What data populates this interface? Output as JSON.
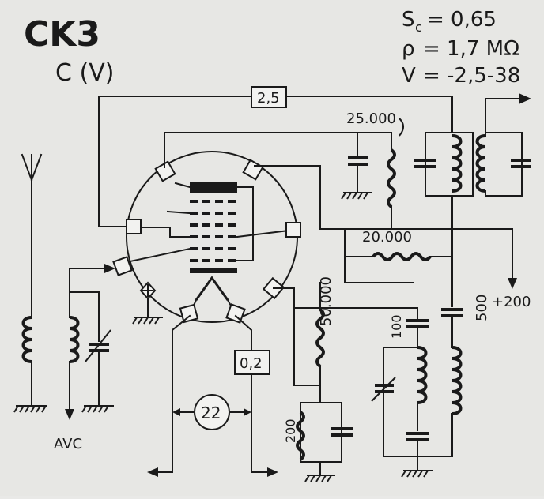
{
  "tube": {
    "name": "CK3",
    "base": "C (V)"
  },
  "specs": {
    "sc_label": "S",
    "sc_sub": "c",
    "sc_value": "= 0,65",
    "rho_label": "ρ",
    "rho_value": "= 1,7 MΩ",
    "v_label": "V",
    "v_value": "= -2,5-38"
  },
  "components": {
    "top_box": "2,5",
    "pot": "25.000",
    "r_mid": "20.000",
    "plus_supply": "+200",
    "r_vertical": "50.000",
    "cap_500": "500",
    "cap_100": "100",
    "r_200": "200",
    "box_02": "0,2",
    "heater": "22",
    "avc": "AVC"
  }
}
